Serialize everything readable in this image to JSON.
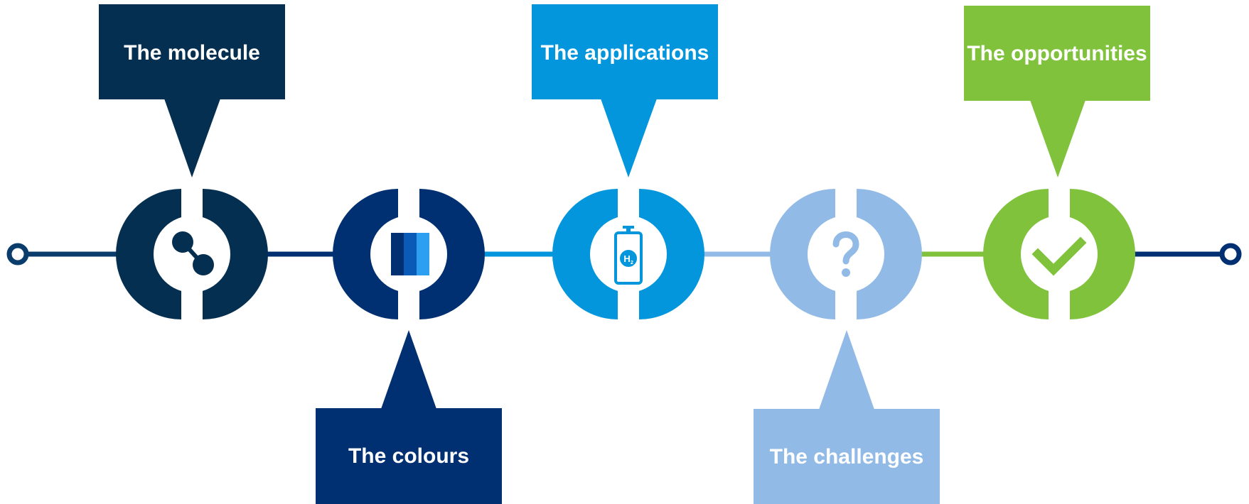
{
  "steps": [
    {
      "label": "The molecule",
      "icon": "molecule-icon",
      "color": "#052f50",
      "line_color": "#0a3d6b"
    },
    {
      "label": "The colours",
      "icon": "colour-swatches-icon",
      "color": "#003072",
      "line_color": "#003072"
    },
    {
      "label": "The applications",
      "icon": "hydrogen-tank-icon",
      "color": "#0396dc",
      "line_color": "#0396dc",
      "icon_text": "H",
      "icon_subscript": "2"
    },
    {
      "label": "The challenges",
      "icon": "question-mark-icon",
      "color": "#91bae6",
      "line_color": "#91bae6"
    },
    {
      "label": "The opportunities",
      "icon": "checkmark-icon",
      "color": "#80c23c",
      "line_color": "#80c23c"
    }
  ],
  "end_line_color": "#003072",
  "swatch_colors": [
    "#003072",
    "#0a5ab8",
    "#2d9ff0"
  ]
}
